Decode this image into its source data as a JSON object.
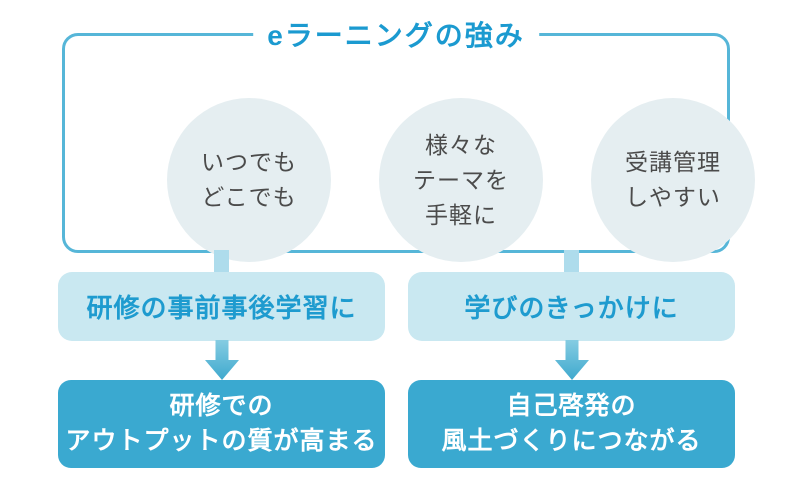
{
  "colors": {
    "frame_border": "#56b6d8",
    "title_text": "#1b9ad0",
    "circle_fill": "#e5eef1",
    "circle_text": "#4b4b4b",
    "mid_box_bg": "#c9e8f1",
    "mid_box_text": "#1e9bcf",
    "bottom_box_bg": "#3aa9d0",
    "bottom_box_text": "#ffffff",
    "connector": "#aedcec",
    "arrow_gradient_top": "#85cce2",
    "arrow_gradient_bottom": "#3fa9ce"
  },
  "header": {
    "title": "eラーニングの強み"
  },
  "strengths": [
    {
      "label": "いつでも\nどこでも"
    },
    {
      "label": "様々な\nテーマを\n手軽に"
    },
    {
      "label": "受講管理\nしやすい"
    }
  ],
  "use_cases": [
    {
      "label": "研修の事前事後学習に"
    },
    {
      "label": "学びのきっかけに"
    }
  ],
  "outcomes": [
    {
      "line1": "研修での",
      "line2": "アウトプットの質が高まる"
    },
    {
      "line1": "自己啓発の",
      "line2": "風土づくりにつながる"
    }
  ]
}
